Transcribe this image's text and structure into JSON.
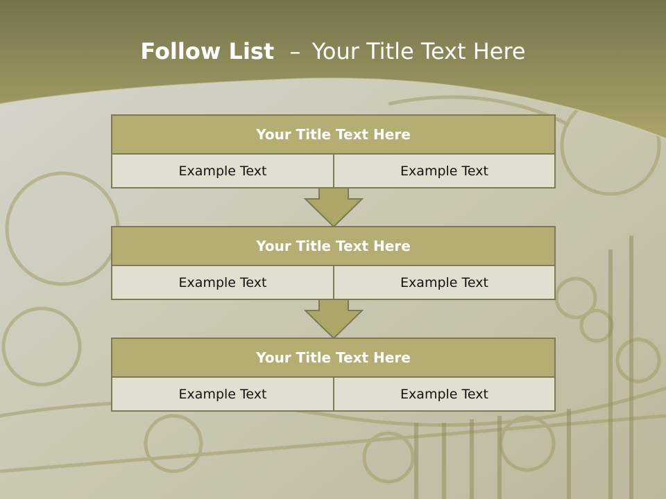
{
  "slide": {
    "title_bold": "Follow List",
    "title_dash": "–",
    "title_rest": "Your Title Text Here"
  },
  "blocks": [
    {
      "title": "Your Title Text Here",
      "left_text": "Example Text",
      "right_text": "Example Text"
    },
    {
      "title": "Your Title Text Here",
      "left_text": "Example Text",
      "right_text": "Example Text"
    },
    {
      "title": "Your Title Text Here",
      "left_text": "Example Text",
      "right_text": "Example Text"
    }
  ],
  "colors": {
    "header_band": "#7d7a4f",
    "accent_olive": "#b4ae72",
    "cell_fill": "#e1dfcf",
    "border": "#7b7a55"
  }
}
